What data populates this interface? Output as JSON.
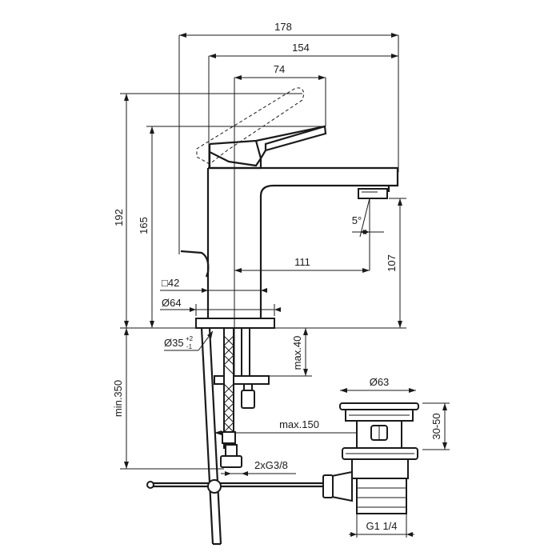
{
  "dimensions": {
    "overall_depth": "178",
    "spout_reach": "154",
    "lever_offset": "74",
    "total_height": "192",
    "lever_height": "165",
    "outlet_height": "107",
    "spout_projection": "111",
    "spout_angle": "5°",
    "square_base": "□42",
    "base_diameter": "Ø64",
    "hole_diameter": "Ø35",
    "hole_tolerance_upper": "+2",
    "hole_tolerance_lower": "-1",
    "max_deck_thickness": "max.40",
    "min_length": "min.350",
    "waste_diameter": "Ø63",
    "waste_height_range": "30-50",
    "max_rod_length": "max.150",
    "connection_thread": "2xG3/8",
    "waste_thread": "G1 1/4"
  }
}
